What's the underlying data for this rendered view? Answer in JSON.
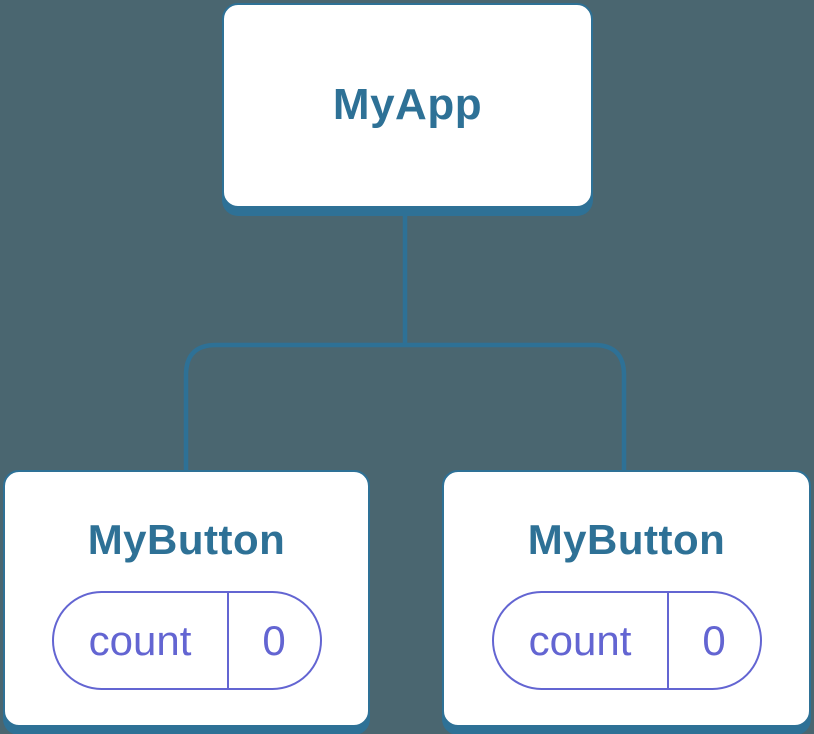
{
  "diagram": {
    "kind": "component-tree",
    "root": {
      "label": "MyApp"
    },
    "children": [
      {
        "label": "MyButton",
        "state": {
          "key": "count",
          "value": "0"
        }
      },
      {
        "label": "MyButton",
        "state": {
          "key": "count",
          "value": "0"
        }
      }
    ],
    "colors": {
      "background": "#4A6670",
      "tree_accent": "#2E7196",
      "node_fill": "#FFFFFF",
      "state_accent": "#6365D2"
    }
  }
}
